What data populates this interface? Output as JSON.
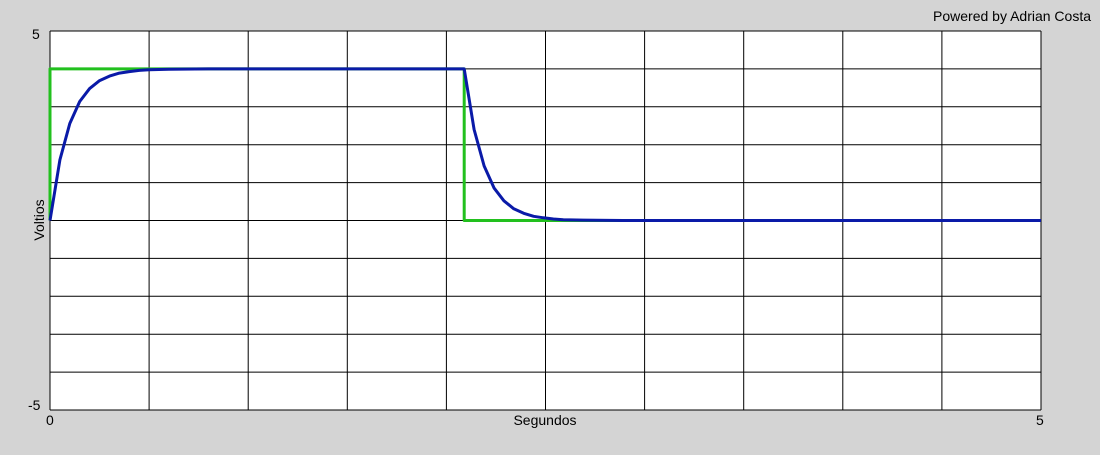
{
  "credit": "Powered by Adrian Costa",
  "colors": {
    "background": "#d4d4d4",
    "plot_background": "#ffffff",
    "grid": "#000000",
    "input_series": "#22c01e",
    "output_series": "#0a1aa8"
  },
  "chart_data": {
    "type": "line",
    "title": "",
    "xlabel": "Segundos",
    "ylabel": "Voltios",
    "xlim": [
      0,
      5
    ],
    "ylim": [
      -5,
      5
    ],
    "x_tick_labels": [
      "0",
      "5"
    ],
    "y_tick_labels": [
      "5",
      "-5"
    ],
    "x_divisions": 10,
    "y_divisions": 10,
    "grid": true,
    "legend": "none",
    "series": [
      {
        "color": "#22c01e",
        "x": [
          0,
          0,
          2.09,
          2.09,
          5
        ],
        "y": [
          0,
          4,
          4,
          0,
          0
        ]
      },
      {
        "color": "#0a1aa8",
        "x": [
          0,
          0.05,
          0.1,
          0.15,
          0.2,
          0.25,
          0.3,
          0.35,
          0.4,
          0.45,
          0.5,
          0.6,
          0.8,
          1.0,
          1.5,
          2.09,
          2.14,
          2.19,
          2.24,
          2.29,
          2.34,
          2.39,
          2.44,
          2.49,
          2.54,
          2.59,
          2.69,
          2.89,
          3.2,
          4.0,
          5.0
        ],
        "y": [
          0,
          1.6,
          2.56,
          3.14,
          3.48,
          3.69,
          3.81,
          3.89,
          3.93,
          3.96,
          3.98,
          3.99,
          4.0,
          4.0,
          4.0,
          4.0,
          2.4,
          1.44,
          0.86,
          0.52,
          0.31,
          0.19,
          0.11,
          0.07,
          0.04,
          0.02,
          0.01,
          0.0,
          0.0,
          0.0,
          0.0
        ]
      }
    ]
  }
}
